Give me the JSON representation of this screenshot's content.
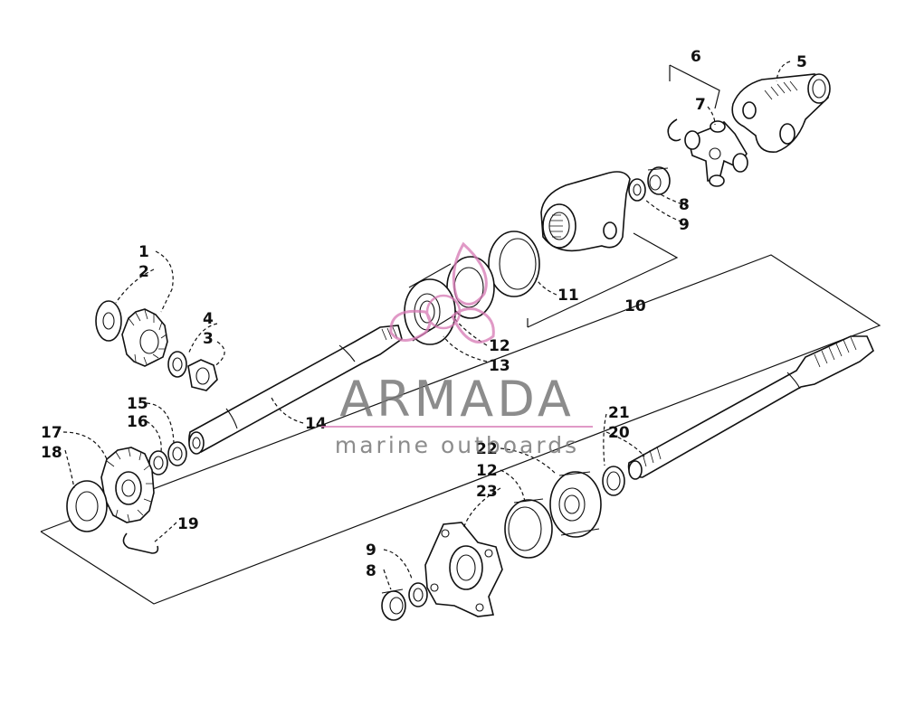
{
  "watermark": {
    "brand": "ARMADA",
    "tagline": "marine outboards",
    "accent_color": "#d678b4",
    "text_color": "#787878"
  },
  "callouts": {
    "c1": "1",
    "c2": "2",
    "c3": "3",
    "c4": "4",
    "c5": "5",
    "c6": "6",
    "c7": "7",
    "c8a": "8",
    "c9a": "9",
    "c10": "10",
    "c11": "11",
    "c12a": "12",
    "c13": "13",
    "c14": "14",
    "c15": "15",
    "c16": "16",
    "c17": "17",
    "c18": "18",
    "c19": "19",
    "c20": "20",
    "c21": "21",
    "c22": "22",
    "c12b": "12",
    "c23": "23",
    "c9b": "9",
    "c8b": "8"
  }
}
